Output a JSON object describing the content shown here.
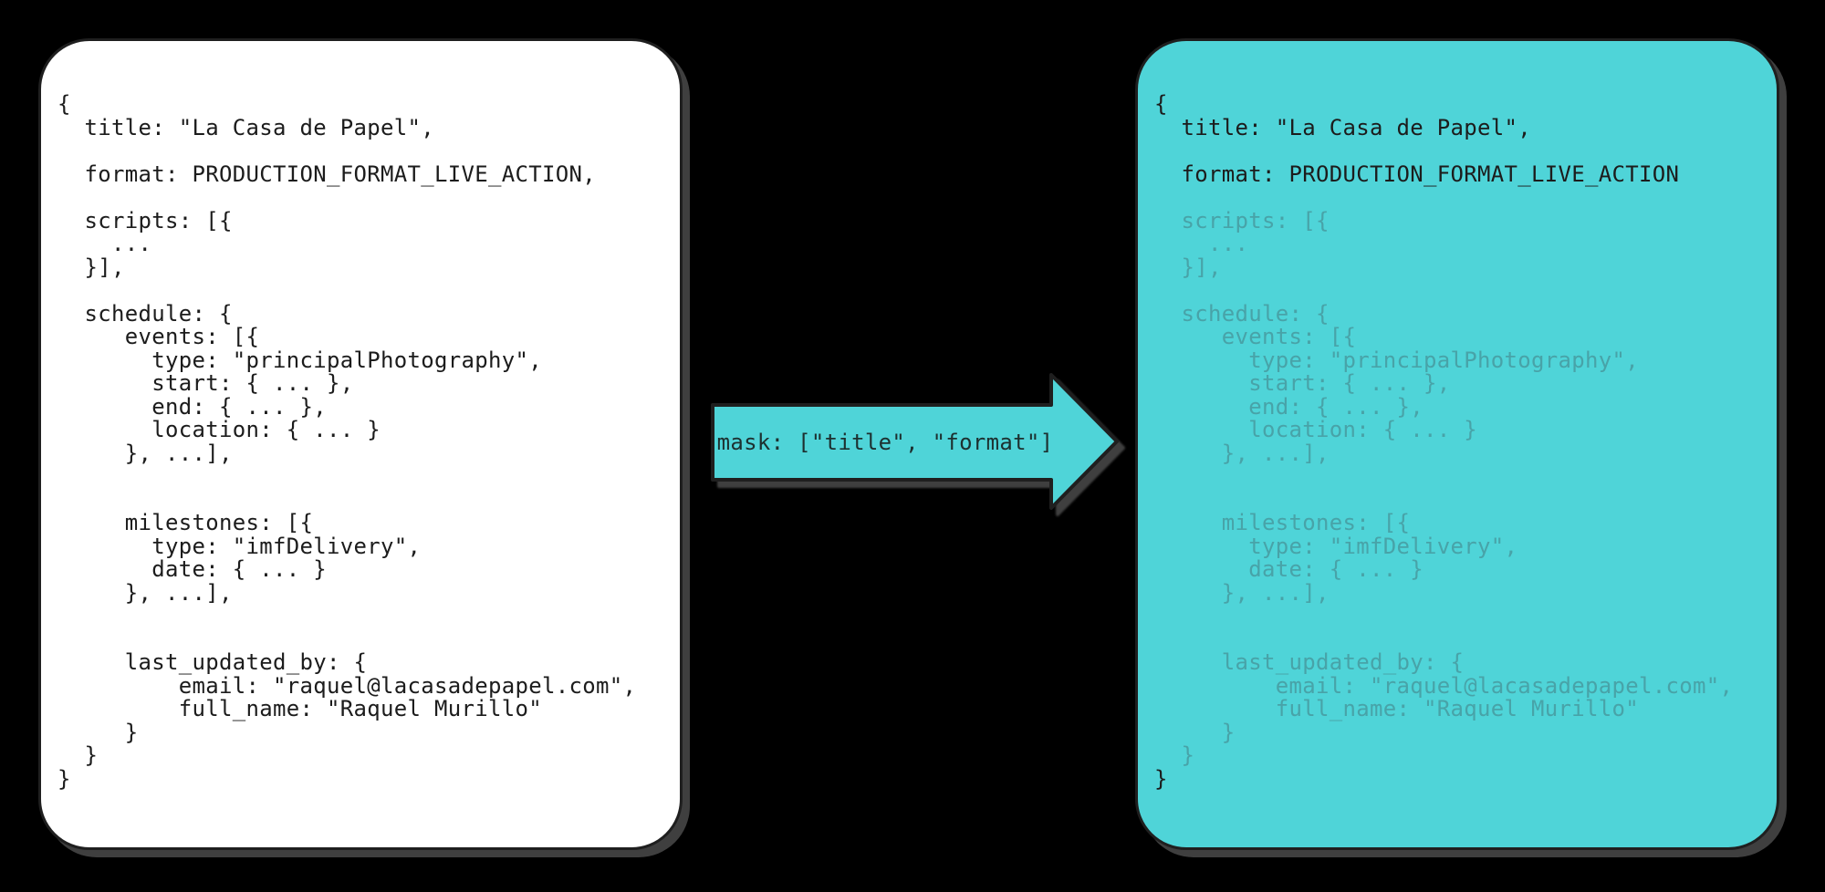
{
  "palette": {
    "background": "#000000",
    "teal": "#4fd4d8",
    "card-white": "#ffffff",
    "outline": "#1f1f1f",
    "shadow": "#3f3f3f",
    "code-dark": "#1c1c1c",
    "masked-text": "#48a3a8",
    "arrow-label-dark": "#1d3030"
  },
  "left_card": {
    "lines": [
      "{",
      "  title: \"La Casa de Papel\",",
      "",
      "  format: PRODUCTION_FORMAT_LIVE_ACTION,",
      "",
      "  scripts: [{",
      "    ...",
      "  }],",
      "",
      "  schedule: {",
      "     events: [{",
      "       type: \"principalPhotography\",",
      "       start: { ... },",
      "       end: { ... },",
      "       location: { ... }",
      "     }, ...],",
      "",
      "",
      "     milestones: [{",
      "       type: \"imfDelivery\",",
      "       date: { ... }",
      "     }, ...],",
      "",
      "",
      "     last_updated_by: {",
      "         email: \"raquel@lacasadepapel.com\",",
      "         full_name: \"Raquel Murillo\"",
      "     }",
      "  }",
      "}"
    ]
  },
  "arrow": {
    "label": "mask: [\"title\", \"format\"]"
  },
  "right_card": {
    "lines": [
      {
        "text": "{",
        "masked": false
      },
      {
        "text": "  title: \"La Casa de Papel\",",
        "masked": false
      },
      {
        "text": "",
        "masked": false
      },
      {
        "text": "  format: PRODUCTION_FORMAT_LIVE_ACTION",
        "masked": false
      },
      {
        "text": "",
        "masked": true
      },
      {
        "text": "  scripts: [{",
        "masked": true
      },
      {
        "text": "    ...",
        "masked": true
      },
      {
        "text": "  }],",
        "masked": true
      },
      {
        "text": "",
        "masked": true
      },
      {
        "text": "  schedule: {",
        "masked": true
      },
      {
        "text": "     events: [{",
        "masked": true
      },
      {
        "text": "       type: \"principalPhotography\",",
        "masked": true
      },
      {
        "text": "       start: { ... },",
        "masked": true
      },
      {
        "text": "       end: { ... },",
        "masked": true
      },
      {
        "text": "       location: { ... }",
        "masked": true
      },
      {
        "text": "     }, ...],",
        "masked": true
      },
      {
        "text": "",
        "masked": true
      },
      {
        "text": "",
        "masked": true
      },
      {
        "text": "     milestones: [{",
        "masked": true
      },
      {
        "text": "       type: \"imfDelivery\",",
        "masked": true
      },
      {
        "text": "       date: { ... }",
        "masked": true
      },
      {
        "text": "     }, ...],",
        "masked": true
      },
      {
        "text": "",
        "masked": true
      },
      {
        "text": "",
        "masked": true
      },
      {
        "text": "     last_updated_by: {",
        "masked": true
      },
      {
        "text": "         email: \"raquel@lacasadepapel.com\",",
        "masked": true
      },
      {
        "text": "         full_name: \"Raquel Murillo\"",
        "masked": true
      },
      {
        "text": "     }",
        "masked": true
      },
      {
        "text": "  }",
        "masked": true
      },
      {
        "text": "}",
        "masked": false
      }
    ]
  }
}
